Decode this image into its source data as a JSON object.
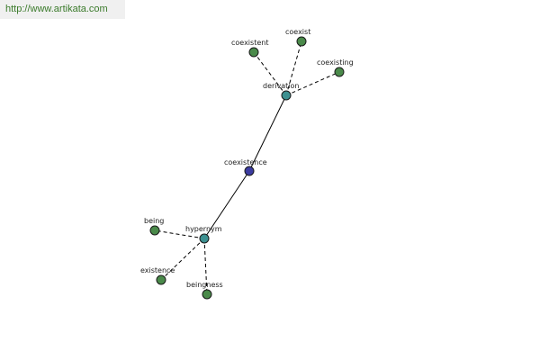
{
  "banner": {
    "url": "http://www.artikata.com"
  },
  "colors": {
    "center": "#3c3ca0",
    "hub": "#3c9090",
    "leaf": "#4a8a4a"
  },
  "graph": {
    "center_word": "coexistence",
    "hubs": {
      "derivation": "derivation",
      "hypernym": "hypernym"
    },
    "derivation_leaves": [
      "coexistent",
      "coexist",
      "coexisting"
    ],
    "hypernym_leaves": [
      "being",
      "existence",
      "beingness"
    ]
  }
}
